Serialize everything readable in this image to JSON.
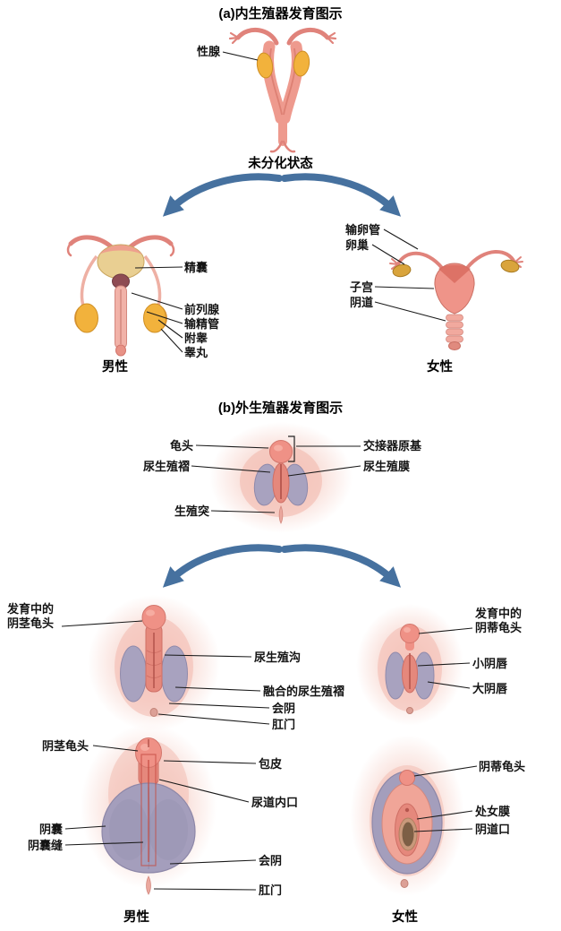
{
  "a": {
    "title": "(a)内生殖器发育图示",
    "gonad": "性腺",
    "undifferentiated": "未分化状态",
    "male": {
      "seminal_vesicle": "精囊",
      "prostate": "前列腺",
      "vas_deferens": "输精管",
      "epididymis": "附睾",
      "testis": "睾丸",
      "caption": "男性"
    },
    "female": {
      "fallopian_tube": "输卵管",
      "ovary": "卵巢",
      "uterus": "子宫",
      "vagina": "阴道",
      "caption": "女性"
    }
  },
  "b": {
    "title": "(b)外生殖器发育图示",
    "undiff": {
      "glans": "龟头",
      "urogenital_fold": "尿生殖褶",
      "genital_tubercle": "生殖突",
      "copulatory_primordium": "交接器原基",
      "urogenital_membrane": "尿生殖膜"
    },
    "developing": {
      "male_glans": "发育中的\n阴茎龟头",
      "urogenital_groove": "尿生殖沟",
      "fused_folds": "融合的尿生殖褶",
      "perineum": "会阴",
      "anus": "肛门",
      "female_glans": "发育中的\n阴蒂龟头",
      "labia_minora": "小阴唇",
      "labia_majora": "大阴唇"
    },
    "mature": {
      "penis_glans": "阴茎龟头",
      "foreskin": "包皮",
      "urethral_opening": "尿道内口",
      "scrotum": "阴囊",
      "scrotal_raphe": "阴囊缝",
      "perineum": "会阴",
      "anus": "肛门",
      "clitoris_glans": "阴蒂龟头",
      "hymen": "处女膜",
      "vaginal_opening": "阴道口",
      "male_caption": "男性",
      "female_caption": "女性"
    }
  },
  "colors": {
    "skin": "#ef9186",
    "skin_dark": "#cf6f65",
    "gonad_yellow": "#f2b23c",
    "fold_purple": "#a8a2bf",
    "arrow_blue": "#46719f",
    "leader_line": "#1a1a1a"
  }
}
